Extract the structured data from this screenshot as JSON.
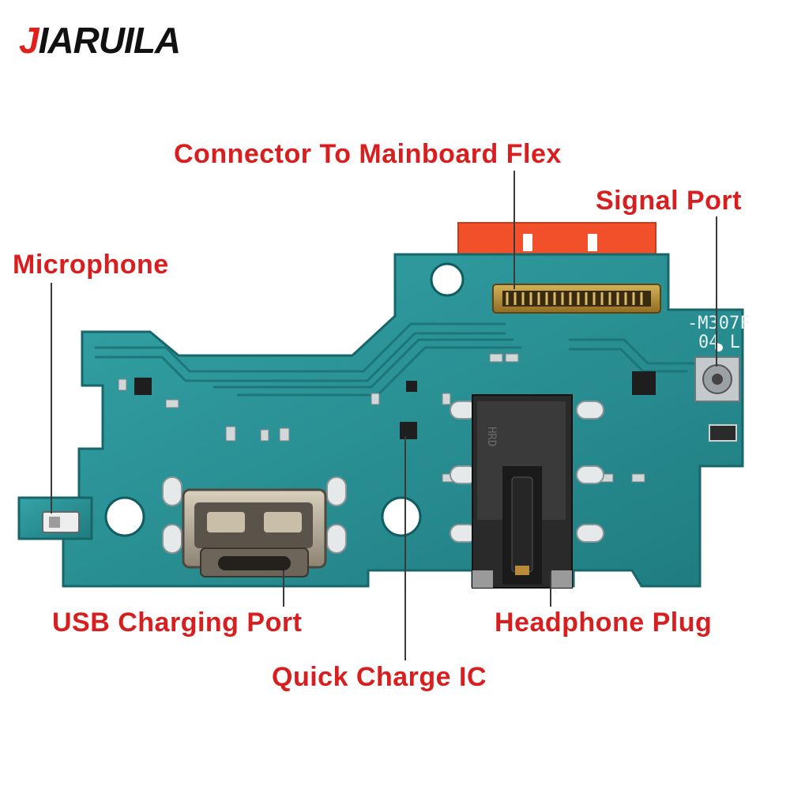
{
  "brand": {
    "first_letter": "J",
    "rest": "IARUILA",
    "colors": {
      "accent": "#e0201a",
      "dark": "#111111"
    }
  },
  "callouts": {
    "connector": "Connector To Mainboard Flex",
    "signal_port": "Signal Port",
    "microphone": "Microphone",
    "usb_port": "USB Charging Port",
    "quick_charge": "Quick Charge IC",
    "headphone": "Headphone Plug"
  },
  "silkscreen": {
    "model": "-M307F",
    "revision": "04 L",
    "jack_text": "HRD"
  },
  "colors": {
    "label_red": "#d81e1e",
    "pcb_teal": "#2a8f92",
    "flex_orange": "#f2502a",
    "connector_gold": "#b8913a"
  }
}
